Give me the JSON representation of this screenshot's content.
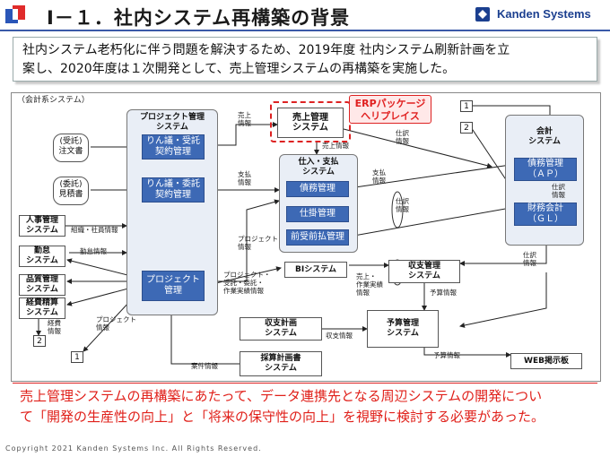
{
  "header": {
    "title": "Ⅰ－１．社内システム再構築の背景",
    "brand": "Kanden Systems"
  },
  "intro": {
    "line1": "社内システム老朽化に伴う問題を解決するため、2019年度 社内システム刷新計画を立",
    "line2": "案し、2020年度は１次開発として、売上管理システムの再構築を実施した。"
  },
  "diagram": {
    "caption": "（会計系システム）",
    "erp_callout_line1": "ERPパッケージ",
    "erp_callout_line2": "へリプレイス",
    "docs": {
      "order_line1": "(受託)",
      "order_line2": "注文書",
      "quote_line1": "(委託)",
      "quote_line2": "見積書"
    },
    "left_boxes": {
      "hr": "人事管理\nシステム",
      "attendance": "勤怠\nシステム",
      "quality": "品質管理\nシステム",
      "expense": "経費精算\nシステム"
    },
    "project_group": {
      "title": "プロジェクト管理\nシステム",
      "ringi_receive": "りん議・受託\n契約管理",
      "ringi_entrust": "りん議・委託\n契約管理",
      "project": "プロジェクト\n管理"
    },
    "sales": "売上管理\nシステム",
    "purchase_group": {
      "title": "仕入・支払\nシステム",
      "payable": "債務管理",
      "wip": "仕掛管理",
      "prepaid": "前受前払管理"
    },
    "accounting_group": {
      "title": "会計\nシステム",
      "ap_line1": "債務管理",
      "ap_line2": "（ＡＰ）",
      "gl_line1": "財務会計",
      "gl_line2": "（ＧＬ）"
    },
    "bi": "BIシステム",
    "income_expense": "収支管理\nシステム",
    "plan": "収支計画\nシステム",
    "budget": "予算管理\nシステム",
    "profitability": "採算計画書\nシステム",
    "web_board": "WEB掲示板",
    "flags": {
      "one": "1",
      "two": "2"
    },
    "edge_labels": {
      "sales_info": "売上\n情報",
      "sales_info2": "売上情報",
      "payment_info": "支払\n情報",
      "payment_info2": "支払\n情報",
      "journal1": "仕訳\n情報",
      "journal2": "仕訳\n情報",
      "journal3": "仕訳\n情報",
      "journal4": "仕訳\n情報",
      "org_staff": "組織・社員情報",
      "attendance_info": "勤怠情報",
      "project_info": "プロジェクト\n情報",
      "project_info2": "プロジェクト\n情報",
      "multi_info": "プロジェクト・\n受託・委託・\n作業実績情報",
      "sales_work": "売上・\n作業実績\n情報",
      "budget_info": "予算情報",
      "budget_info2": "予算情報",
      "income_info": "収支情報",
      "case_info": "案件情報",
      "expense_info": "経費\n情報"
    }
  },
  "conclusion": {
    "line1": "売上管理システムの再構築にあたって、データ連携先となる周辺システムの開発につい",
    "line2": "て「開発の生産性の向上」と「将来の保守性の向上」を視野に検討する必要があった。"
  },
  "footer": {
    "copyright": "Copyright 2021 Kanden Systems Inc. All Rights Reserved."
  },
  "colors": {
    "accent_blue": "#3d69b5",
    "highlight_red": "#e0201a",
    "group_fill": "#e9eef6"
  }
}
